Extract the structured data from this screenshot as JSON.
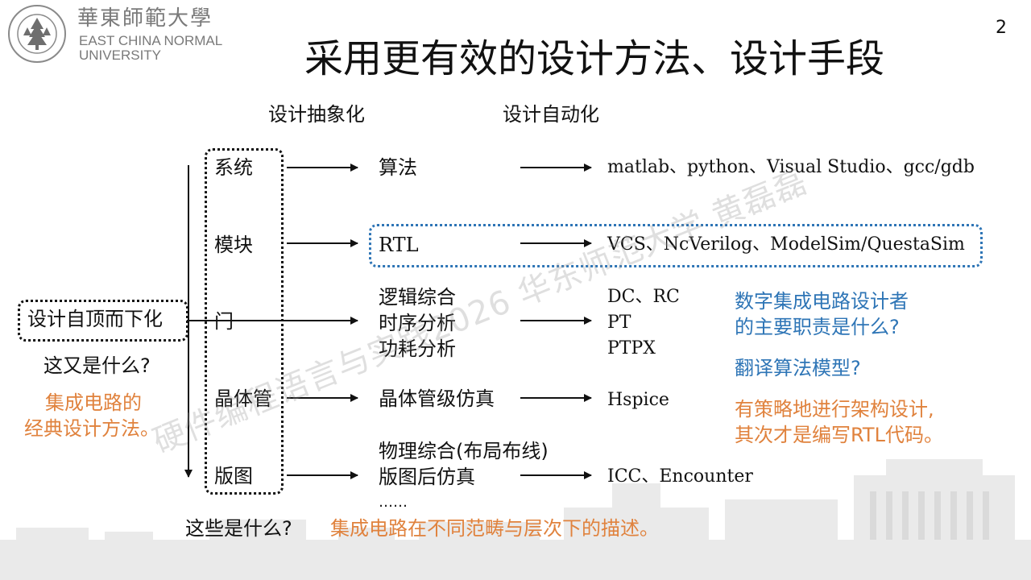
{
  "header": {
    "logo_cn": "華東師範大學",
    "logo_en_line1": "EAST CHINA NORMAL",
    "logo_en_line2": "UNIVERSITY",
    "title": "采用更有效的设计方法、设计手段",
    "page_number": "2"
  },
  "columns": {
    "abstraction": "设计抽象化",
    "automation": "设计自动化"
  },
  "levels": [
    "系统",
    "模块",
    "门",
    "晶体管",
    "版图"
  ],
  "methods": {
    "system": "算法",
    "module": "RTL",
    "gate": [
      "逻辑综合",
      "时序分析",
      "功耗分析"
    ],
    "transistor": "晶体管级仿真",
    "layout": [
      "物理综合(布局布线)",
      "版图后仿真",
      "……"
    ]
  },
  "tools": {
    "system": "matlab、python、Visual Studio、gcc/gdb",
    "module": "VCS、NcVerilog、ModelSim/QuestaSim",
    "gate": [
      "DC、RC",
      "PT",
      "PTPX"
    ],
    "transistor": "Hspice",
    "layout": "ICC、Encounter"
  },
  "left": {
    "top_down_box": "设计自顶而下化",
    "question": "这又是什么?",
    "answer": [
      "集成电路的",
      "经典设计方法。"
    ]
  },
  "right_notes": {
    "question": [
      "数字集成电路设计者",
      "的主要职责是什么?"
    ],
    "wrong_answer": "翻译算法模型?",
    "answer": [
      "有策略地进行架构设计,",
      "其次才是编写RTL代码。"
    ]
  },
  "bottom": {
    "question": "这些是什么?",
    "answer": "集成电路在不同范畴与层次下的描述。"
  },
  "watermark": "硬件编程语言与实践2026 华东师范大学 黄磊磊",
  "colors": {
    "orange": "#E0823D",
    "blue": "#2E75B6",
    "text": "#111111"
  }
}
